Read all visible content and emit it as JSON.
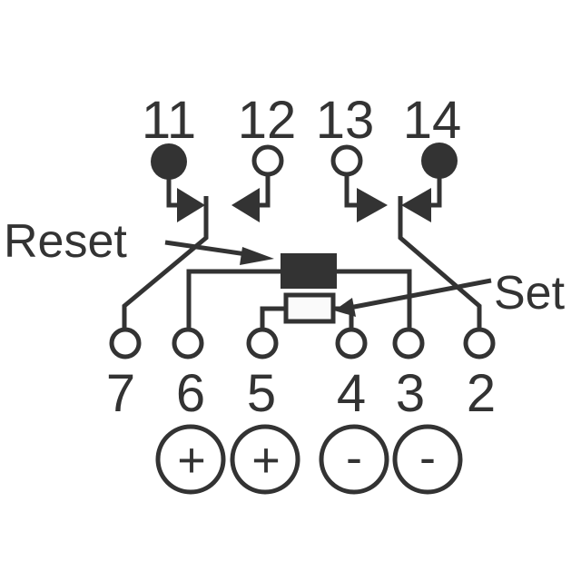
{
  "top_terminals": [
    {
      "label": "11",
      "filled": true
    },
    {
      "label": "12",
      "filled": false
    },
    {
      "label": "13",
      "filled": false
    },
    {
      "label": "14",
      "filled": true
    }
  ],
  "bottom_terminals": [
    "7",
    "6",
    "5",
    "4",
    "3",
    "2"
  ],
  "coil_labels": {
    "reset": "Reset",
    "set": "Set"
  },
  "polarity": [
    "+",
    "+",
    "-",
    "-"
  ],
  "colors": {
    "ink": "#333333",
    "background": "#ffffff"
  }
}
